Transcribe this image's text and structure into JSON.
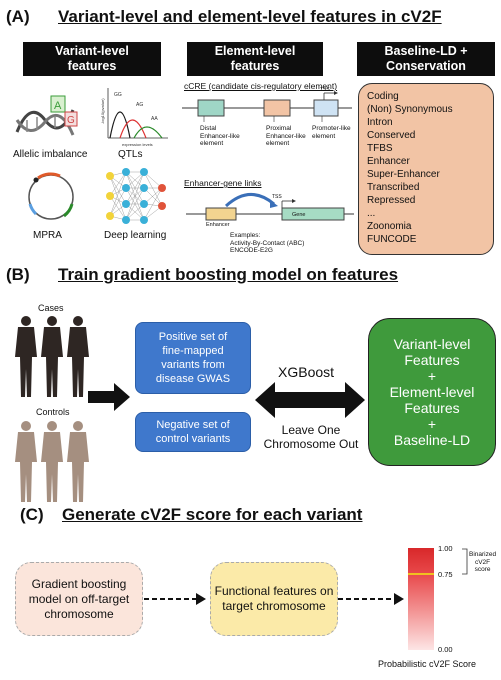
{
  "panelA": {
    "letter": "(A)",
    "title": "Variant-level and element-level features in cV2F",
    "variant_header": [
      "Variant-level",
      "features"
    ],
    "element_header": [
      "Element-level",
      "features"
    ],
    "baseline_header": [
      "Baseline-LD +",
      "Conservation"
    ],
    "allelic_label": "Allelic imbalance",
    "qtl_label": "QTLs",
    "mpra_label": "MPRA",
    "dl_label": "Deep learning",
    "ccre_title": "cCRE (candidate cis-regulatory element)",
    "distal": [
      "Distal",
      "Enhancer-like",
      "element"
    ],
    "proximal": [
      "Proximal",
      "Enhancer-like",
      "element"
    ],
    "promoter": [
      "Promoter-like",
      "element"
    ],
    "tss": "TSS",
    "links_title": "Enhancer-gene links",
    "enhancer": "Enhancer",
    "gene": "Gene",
    "examples": [
      "Examples:",
      "Activity-By-Contact (ABC)",
      "ENCODE-E2G"
    ],
    "baseline_items": [
      "Coding",
      "(Non) Synonymous",
      "Intron",
      "Conserved",
      "TFBS",
      "Enhancer",
      "Super-Enhancer",
      "Transcribed",
      "Repressed",
      "...",
      "Zoonomia",
      "FUNCODE"
    ],
    "qtl_axis_y": "-log10(pvalue)",
    "qtl_axis_x": "expression levels",
    "qtl_groups": [
      "GG",
      "AG",
      "AA"
    ]
  },
  "panelB": {
    "letter": "(B)",
    "title": "Train gradient boosting model on features",
    "cases": "Cases",
    "controls": "Controls",
    "positive": [
      "Positive set of",
      "fine-mapped",
      "variants from",
      "disease GWAS"
    ],
    "negative": [
      "Negative set of",
      "control variants"
    ],
    "xgboost": "XGBoost",
    "loco": [
      "Leave One",
      "Chromosome Out"
    ],
    "green": [
      "Variant-level",
      "Features",
      "+",
      "Element-level",
      "Features",
      "+",
      "Baseline-LD"
    ]
  },
  "panelC": {
    "letter": "(C)",
    "title": "Generate cV2F score for each variant",
    "box1": [
      "Gradient boosting",
      "model on off-target",
      "chromosome"
    ],
    "box2": [
      "Functional features on",
      "target chromosome"
    ],
    "tick_top": "1.00",
    "tick_mid": "0.75",
    "tick_bottom": "0.00",
    "binarized": [
      "Binarized",
      "cV2F",
      "score"
    ],
    "xlabel": "Probabilistic cV2F Score"
  }
}
